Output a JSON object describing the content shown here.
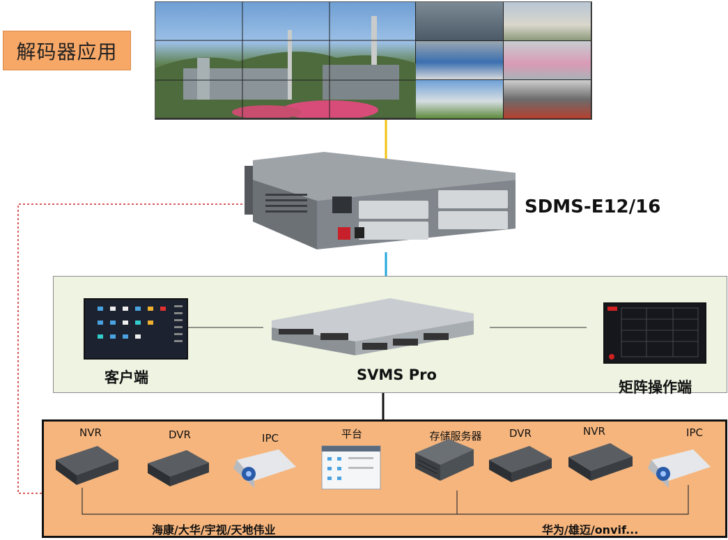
{
  "title": "解码器应用",
  "decoder_model": "SDMS-E12/16",
  "platform": {
    "client_label": "客户端",
    "server_label": "SVMS Pro",
    "matrix_label": "矩阵操作端"
  },
  "devices": [
    {
      "label": "NVR",
      "icon": "nvr-icon"
    },
    {
      "label": "DVR",
      "icon": "dvr-icon"
    },
    {
      "label": "IPC",
      "icon": "camera-icon"
    },
    {
      "label": "平台",
      "icon": "platform-screen-icon"
    },
    {
      "label": "存储服务器",
      "icon": "storage-server-icon"
    },
    {
      "label": "DVR",
      "icon": "dvr-icon"
    },
    {
      "label": "NVR",
      "icon": "nvr-icon"
    },
    {
      "label": "IPC",
      "icon": "camera-icon"
    }
  ],
  "vendors": {
    "left": "海康/大华/宇视/天地伟业",
    "right": "华为/雄迈/onvif..."
  },
  "colors": {
    "hdmi_line": "#f2c20f",
    "net_line": "#22a7dc",
    "dashed_line": "#cc2222",
    "orange_box": "#f6b57d",
    "green_box": "#eef3e2"
  }
}
